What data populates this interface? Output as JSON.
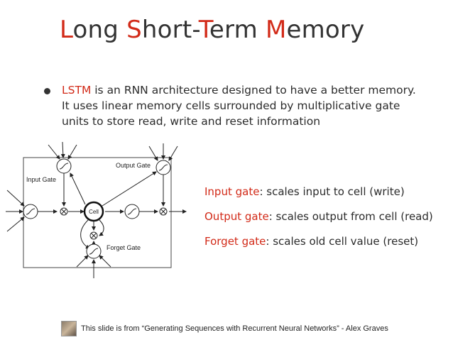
{
  "title": {
    "parts": [
      {
        "cap": "L",
        "rest": "ong "
      },
      {
        "cap": "S",
        "rest": "hort-"
      },
      {
        "cap": "T",
        "rest": "erm "
      },
      {
        "cap": "M",
        "rest": "emory"
      }
    ]
  },
  "bullet": {
    "highlight": "LSTM",
    "line1_rest": " is an RNN architecture designed to have a better memory.",
    "line2": "It uses linear memory cells surrounded by multiplicative gate",
    "line3": "units to store read, write and reset information"
  },
  "diagram": {
    "input_gate_label": "Input Gate",
    "output_gate_label": "Output Gate",
    "cell_label": "Cell",
    "forget_gate_label": "Forget Gate"
  },
  "gates": [
    {
      "label": "Input gate",
      "text": ": scales input to cell (write)"
    },
    {
      "label": "Output gate",
      "text": ": scales output from cell (read)"
    },
    {
      "label": "Forget gate",
      "text": ": scales old cell value (reset)"
    }
  ],
  "footer": {
    "text": "This slide is from “Generating Sequences with Recurrent Neural Networks” - Alex Graves"
  }
}
